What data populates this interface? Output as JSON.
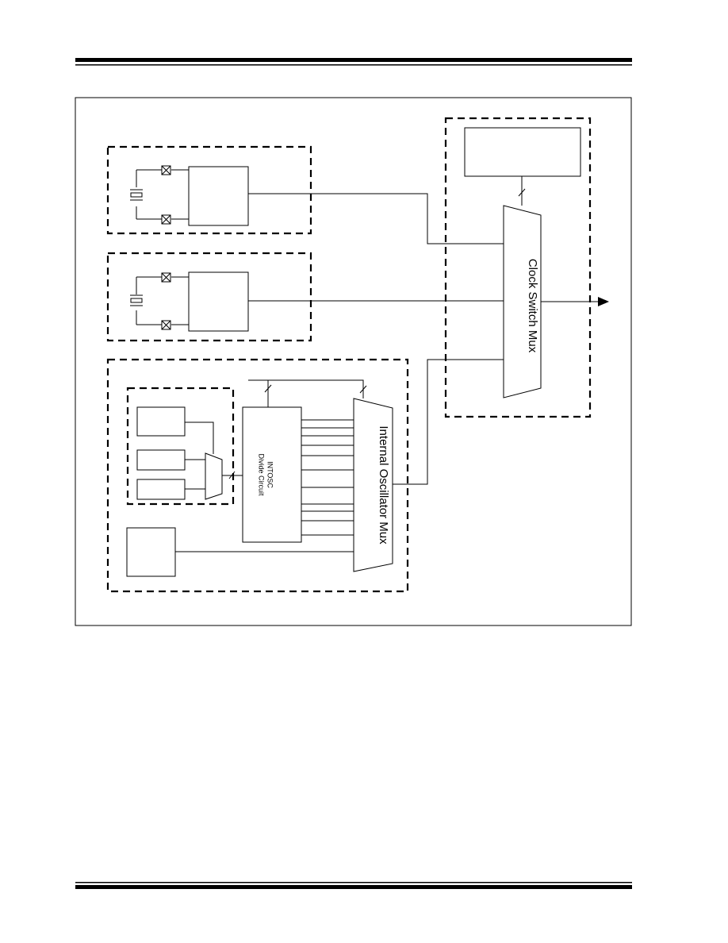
{
  "diagram": {
    "labels": {
      "clock_switch_mux": "Clock Switch Mux",
      "internal_oscillator_mux": "Internal Oscillator Mux",
      "intosc": "INTOSC",
      "divide_circuit": "Divide Circuit"
    }
  }
}
